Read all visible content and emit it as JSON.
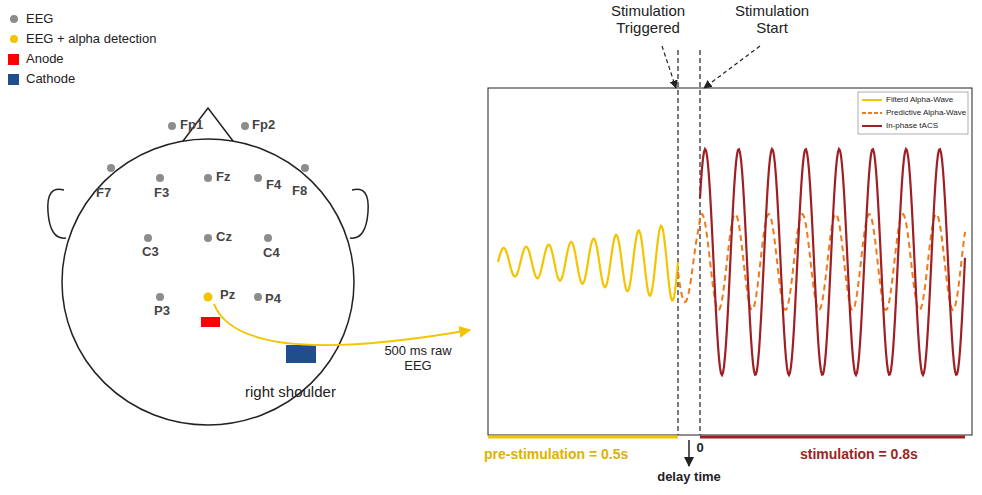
{
  "diagram": {
    "labels": [
      "Fp1",
      "Fp2",
      "F7",
      "F3",
      "Fz",
      "F4",
      "F8",
      "C3",
      "Cz",
      "C4",
      "P3",
      "Pz",
      "P4",
      "right shoulder",
      "500 ms raw EEG",
      "Stimulation Triggered",
      "Stimulation Start",
      "0",
      "pre-stimulation = 0.5s",
      "delay time",
      "stimulation = 0.8s"
    ],
    "legend": [
      {
        "text": "EEG",
        "color": "#8c8c8c"
      },
      {
        "text": "EEG + alpha detection",
        "color": "#f5c400"
      },
      {
        "text": "Anode",
        "color": "#ff0000"
      },
      {
        "text": "Cathode",
        "color": "#1f4e8c"
      },
      {
        "text": "Filterd Alpha-Wave"
      },
      {
        "text": "Predictive Alpha-Wave"
      },
      {
        "text": "In-phase tACS"
      }
    ]
  }
}
